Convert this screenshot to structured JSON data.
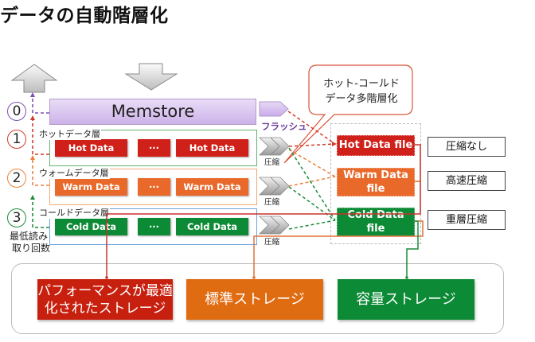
{
  "title": "データの自動階層化",
  "memstore": {
    "label": "Memstore",
    "step": "0"
  },
  "flush_label": "フラッシュ",
  "callout": {
    "line1": "ホット-コールド",
    "line2": "データ多階層化"
  },
  "tiers": [
    {
      "step": "1",
      "label": "ホットデータ層",
      "block": "Hot Data",
      "ellipsis": "···",
      "compress_label": "圧縮"
    },
    {
      "step": "2",
      "label": "ウォームデータ層",
      "block": "Warm Data",
      "ellipsis": "···",
      "compress_label": "圧縮"
    },
    {
      "step": "3",
      "label": "コールドデータ層",
      "block": "Cold Data",
      "ellipsis": "···",
      "compress_label": "圧縮"
    }
  ],
  "files": [
    {
      "line1": "Hot Data file",
      "line2": ""
    },
    {
      "line1": "Warm Data",
      "line2": "file"
    },
    {
      "line1": "Cold Data",
      "line2": "file"
    }
  ],
  "compression": [
    "圧縮なし",
    "高速圧縮",
    "重層圧縮"
  ],
  "min_read": {
    "line1": "最低読み",
    "line2": "取り回数"
  },
  "storage": [
    {
      "line1": "パフォーマンスが最適",
      "line2": "化されたストレージ"
    },
    {
      "line1": "標準ストレージ",
      "line2": ""
    },
    {
      "line1": "容量ストレージ",
      "line2": ""
    }
  ],
  "colors": {
    "hot": "#d0201a",
    "warm": "#e8692a",
    "cold": "#0c8a35",
    "memstore": "#cdb3ea",
    "flush": "#6a3d9a",
    "storage_hot": "#c8200e",
    "storage_warm": "#e06c12",
    "storage_cold": "#0c8a35"
  }
}
